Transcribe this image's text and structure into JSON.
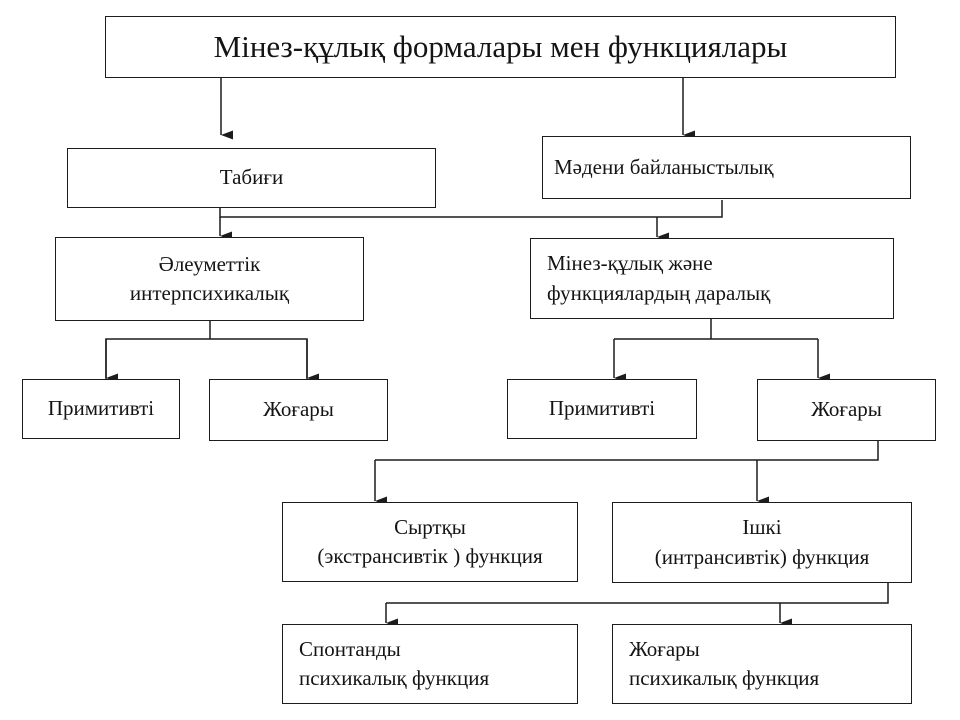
{
  "title": {
    "lines": [
      "Мінез-құлық формалары мен функциялары"
    ]
  },
  "level1": {
    "natural": {
      "lines": [
        "Табиғи"
      ]
    },
    "cultural": {
      "lines": [
        "Мәдени байланыстылық"
      ]
    }
  },
  "level2": {
    "social": {
      "lines": [
        "Әлеуметтік",
        "интерпсихикалық"
      ]
    },
    "individual": {
      "lines": [
        "Мінез-құлық және",
        "функциялардың даралық"
      ]
    }
  },
  "level3": {
    "left_primitive": {
      "lines": [
        "Примитивті"
      ]
    },
    "left_higher": {
      "lines": [
        "Жоғары"
      ]
    },
    "right_primitive": {
      "lines": [
        "Примитивті"
      ]
    },
    "right_higher": {
      "lines": [
        "Жоғары"
      ]
    }
  },
  "level4": {
    "external": {
      "lines": [
        "Сыртқы",
        "(экстрансивтік ) функция"
      ]
    },
    "internal": {
      "lines": [
        "Ішкі",
        "(интрансивтік) функция"
      ]
    }
  },
  "level5": {
    "spontaneous": {
      "lines": [
        "Спонтанды",
        "психикалық функция"
      ]
    },
    "higher_mental": {
      "lines": [
        "Жоғары",
        "психикалық функция"
      ]
    }
  }
}
